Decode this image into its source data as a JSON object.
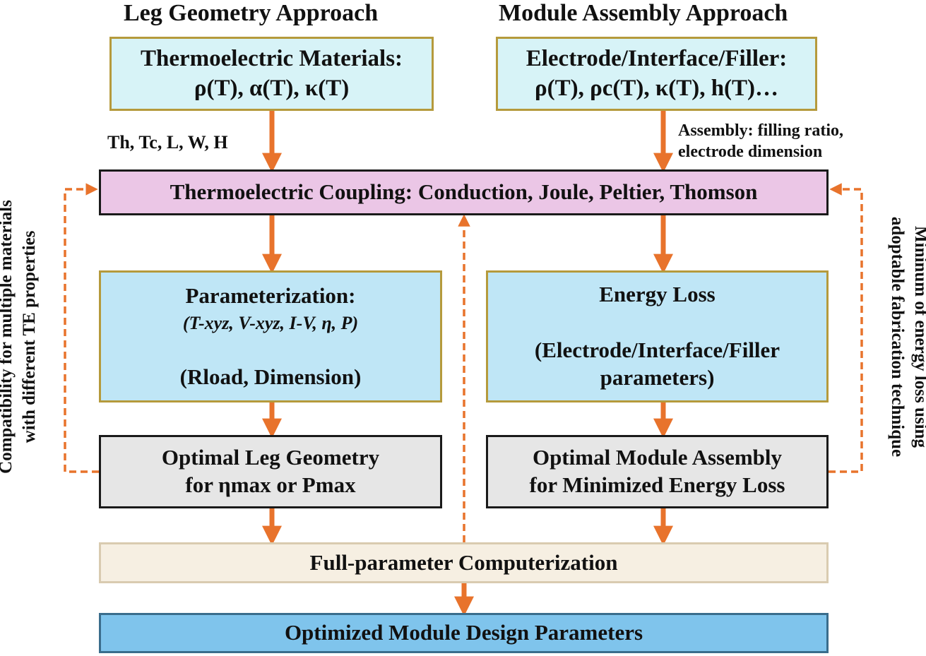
{
  "headings": {
    "left": "Leg Geometry Approach",
    "right": "Module Assembly Approach"
  },
  "boxes": {
    "thermoelectric_materials": {
      "title": "Thermoelectric Materials:",
      "formula": "ρ(T), α(T), κ(T)"
    },
    "electrode_interface_filler": {
      "title": "Electrode/Interface/Filler:",
      "formula": "ρ(T), ρc(T), κ(T), h(T)…"
    },
    "coupling": "Thermoelectric Coupling: Conduction, Joule, Peltier, Thomson",
    "parameterization": {
      "title": "Parameterization:",
      "line1": "(T-xyz, V-xyz, I-V, η, P)",
      "line2": "(Rload, Dimension)"
    },
    "energy_loss": {
      "title": "Energy Loss",
      "line1": "(Electrode/Interface/Filler",
      "line2": "parameters)"
    },
    "optimal_leg": {
      "line1": "Optimal Leg Geometry",
      "line2": "for ηmax or Pmax"
    },
    "optimal_module": {
      "line1": "Optimal Module Assembly",
      "line2": "for Minimized Energy Loss"
    },
    "full_parameter": "Full-parameter Computerization",
    "optimized": "Optimized Module Design Parameters"
  },
  "annotations": {
    "leg_inputs": "Th, Tc, L, W, H",
    "assembly_line1": "Assembly: filling ratio,",
    "assembly_line2": "electrode dimension",
    "left_side_line1": "Compatibility for multiple materials",
    "left_side_line2": "with different TE properties",
    "right_side_line1": "Mininum of energy loss using",
    "right_side_line2": "adoptable fabrication technique"
  },
  "colors": {
    "arrow": "#e8732c",
    "tan_border": "#b59a3c",
    "cyan_box": "#d7f3f7",
    "blue_box": "#bfe6f6",
    "pink_box": "#ebc6e6",
    "gray_box": "#e6e6e6",
    "beige_box": "#f6efe2",
    "bottom_box": "#7fc4ec"
  }
}
